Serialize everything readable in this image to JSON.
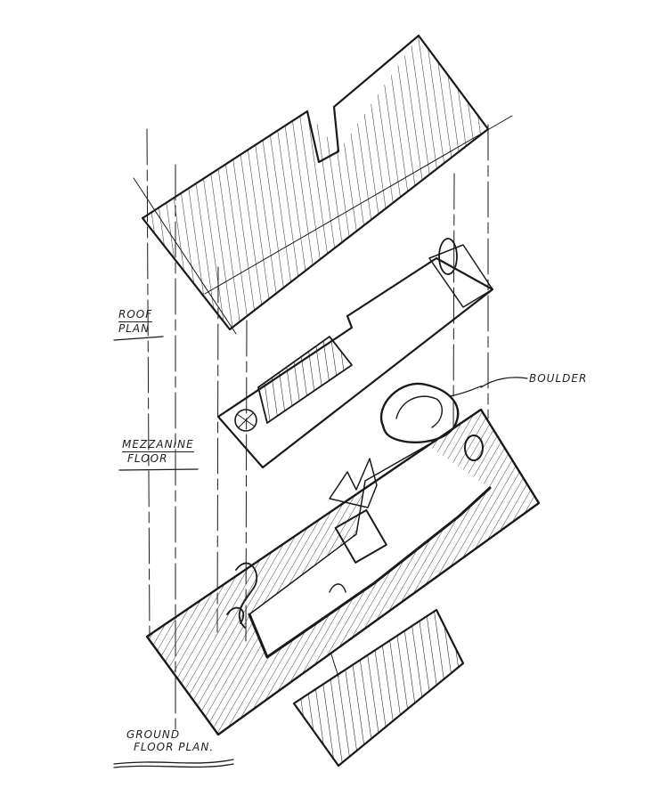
{
  "labels": {
    "roof": [
      "ROOF",
      "PLAN"
    ],
    "mezzanine": [
      "MEZZANINE",
      "FLOOR"
    ],
    "ground": [
      "GROUND",
      "FLOOR PLAN."
    ],
    "boulder": "BOULDER"
  },
  "colors": {
    "ink": "#1a1a1a",
    "paper": "#ffffff"
  }
}
